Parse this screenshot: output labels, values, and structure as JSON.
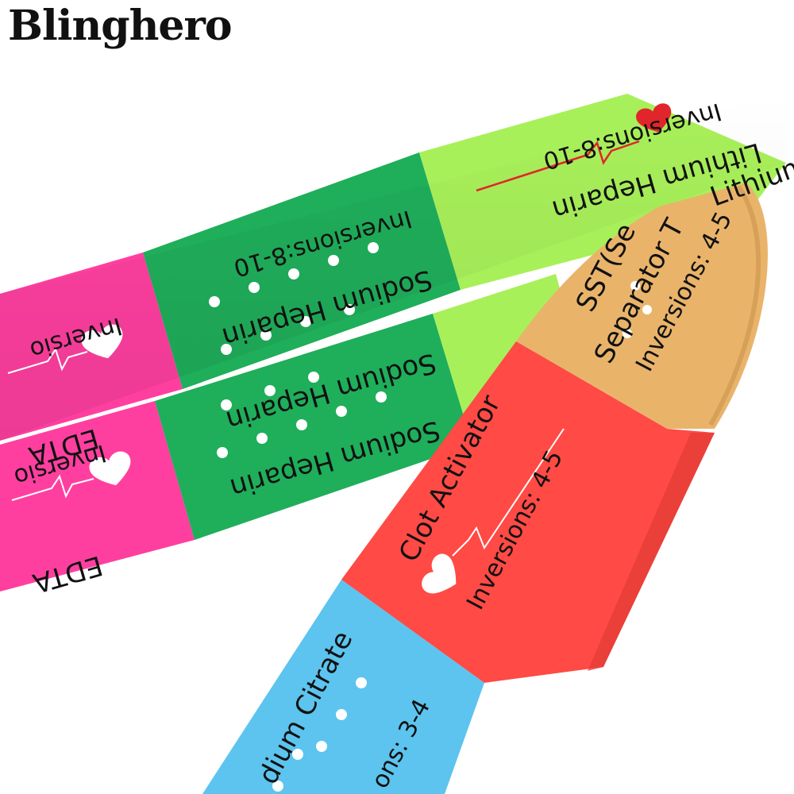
{
  "brand": "Blinghero",
  "colors": {
    "pink": "#ff3fa0",
    "dark_green": "#1fae5a",
    "lime": "#a8f05a",
    "tan": "#e9b46a",
    "red": "#ff4a45",
    "light_blue": "#5cc4ee"
  },
  "segments": {
    "lithium_heparin": {
      "title": "Lithium Heparin",
      "inversions": "Inversions:8-10"
    },
    "sodium_heparin": {
      "title": "Sodium Heparin",
      "inversions": "Inversions:8-10"
    },
    "edta": {
      "title": "EDTA",
      "inversions_partial": "Inversio"
    },
    "sst": {
      "title_partial": "SST(Se",
      "subtitle_partial": "Separator T",
      "inversions": "Inversions: 4-5"
    },
    "clot_activator": {
      "title": "Clot Activator",
      "inversions": "Inversions: 4-5"
    },
    "sodium_citrate": {
      "title_partial": "dium Citrate",
      "inversions_partial": "ons: 3-4"
    }
  }
}
